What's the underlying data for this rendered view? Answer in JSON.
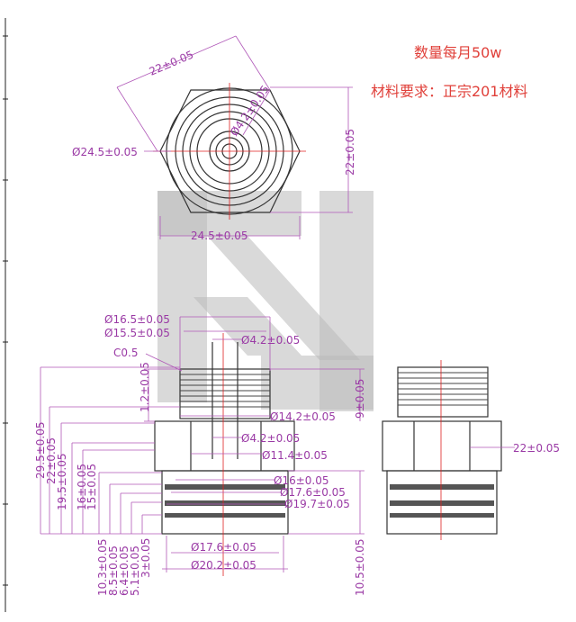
{
  "notes": {
    "quantity": "数量每月50w",
    "material": "材料要求：正宗201材料"
  },
  "top_view": {
    "dims": {
      "hex_side": "22±0.05",
      "inner_dia": "Ø4.2±0.05",
      "left_dia": "Ø24.5±0.05",
      "right_height": "22±0.05",
      "bottom_width": "24.5±0.05"
    }
  },
  "front_view": {
    "dims": {
      "d_16_5": "Ø16.5±0.05",
      "d_15_5": "Ø15.5±0.05",
      "d_4_2_top": "Ø4.2±0.05",
      "chamfer": "C0.5",
      "h_1_2": "1.2±0.05",
      "d_14_2": "Ø14.2±0.05",
      "h_9": "9±0.05",
      "d_4_2_mid": "Ø4.2±0.05",
      "d_11_4": "Ø11.4±0.05",
      "d_16": "Ø16±0.05",
      "d_17_6_side": "Ø17.6±0.05",
      "d_19_7": "Ø19.7±0.05",
      "h_29_5": "29.5±0.05",
      "h_22": "22±0.05",
      "h_19_5": "19.5±0.05",
      "h_16": "16±0.05",
      "h_15": "15±0.05",
      "h_10_3": "10.3±0.05",
      "h_8_5": "8.5±0.05",
      "h_6_4": "6.4±0.05",
      "h_5_1": "5.1±0.05",
      "h_3": "3±0.05",
      "d_17_6_bottom": "Ø17.6±0.05",
      "d_20_2": "Ø20.2±0.05",
      "h_10_5": "10.5±0.05"
    }
  },
  "side_view": {
    "dims": {
      "width_22": "22±0.05"
    }
  },
  "colors": {
    "dimension": "#9a3aa5",
    "note": "#e0403a",
    "outline": "#333333",
    "centerline": "#e02020",
    "watermark": "#b9b9b9"
  }
}
